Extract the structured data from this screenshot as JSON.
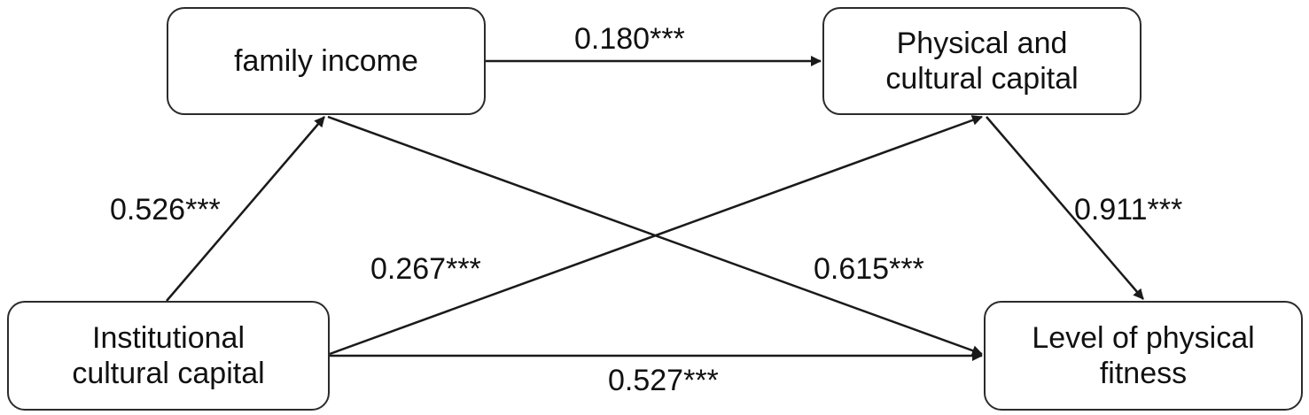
{
  "nodes": {
    "family_income": "family income",
    "physical_cultural_capital": "Physical and\ncultural capital",
    "institutional_cultural_capital": "Institutional\ncultural capital",
    "physical_fitness": "Level of physical\nfitness"
  },
  "paths": {
    "family_income_to_physical_cultural_capital": "0.180***",
    "institutional_to_family_income": "0.526***",
    "physical_cultural_capital_to_fitness": "0.911***",
    "institutional_to_physical_cultural_capital": "0.267***",
    "family_income_to_fitness": "0.615***",
    "institutional_to_fitness": "0.527***"
  },
  "colors": {
    "line": "#1a1a1a",
    "box_border": "#2b2b2b",
    "text": "#111111"
  }
}
